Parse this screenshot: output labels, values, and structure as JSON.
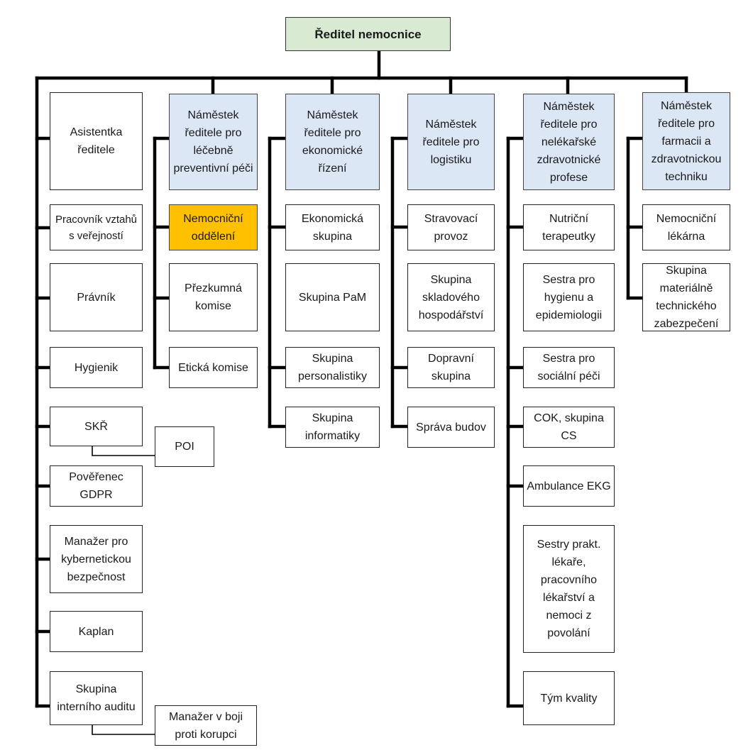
{
  "director": "Ředitel nemocnice",
  "staff": {
    "asistentka": "Asistentka ředitele",
    "vztahy": "Pracovník vztahů s veřejností",
    "pravnik": "Právník",
    "hygienik": "Hygienik",
    "skr": "SKŘ",
    "poi": "POI",
    "gdpr": "Pověřenec GDPR",
    "kyber": "Manažer pro kybernetickou bezpečnost",
    "kaplan": "Kaplan",
    "audit": "Skupina interního auditu",
    "korupce": "Manažer v boji proti korupci"
  },
  "deputy1": {
    "title": "Náměstek ředitele pro léčebně preventivní péči",
    "items": [
      "Nemocniční oddělení",
      "Přezkumná komise",
      "Etická komise"
    ]
  },
  "deputy2": {
    "title": "Náměstek ředitele pro ekonomické řízení",
    "items": [
      "Ekonomická skupina",
      "Skupina PaM",
      "Skupina personalistiky",
      "Skupina informatiky"
    ]
  },
  "deputy3": {
    "title": "Náměstek ředitele pro logistiku",
    "items": [
      "Stravovací provoz",
      "Skupina skladového hospodářství",
      "Dopravní skupina",
      "Správa budov"
    ]
  },
  "deputy4": {
    "title": "Náměstek ředitele pro nelékařské zdravotnické profese",
    "items": [
      "Nutriční terapeutky",
      "Sestra pro hygienu a epidemiologii",
      "Sestra pro sociální péči",
      "COK, skupina CS",
      "Ambulance EKG",
      "Sestry prakt. lékaře, pracovního lékařství a nemoci z povolání",
      "Tým kvality"
    ]
  },
  "deputy5": {
    "title": "Náměstek ředitele pro farmacii a zdravotnickou techniku",
    "items": [
      "Nemocniční lékárna",
      "Skupina materiálně technického zabezpečení"
    ]
  },
  "colors": {
    "director_fill": "#d9ead3",
    "deputy_fill": "#dbe7f5",
    "highlight_fill": "#ffc000",
    "line": "#000000"
  }
}
